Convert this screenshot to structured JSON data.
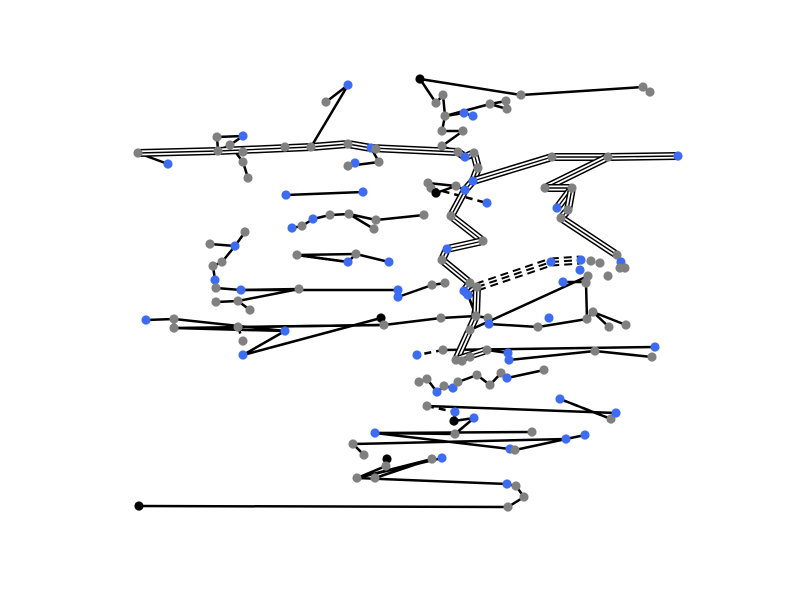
{
  "diagram": {
    "kind": "molecular-structure-graph",
    "background": "#ffffff",
    "colors": {
      "carbon": "#808080",
      "nitrogen": "#3d6cf2",
      "other": "#000000",
      "bond": "#000000",
      "triple_bond_gap": "#ffffff"
    },
    "legend": "none",
    "labels": "none"
  }
}
